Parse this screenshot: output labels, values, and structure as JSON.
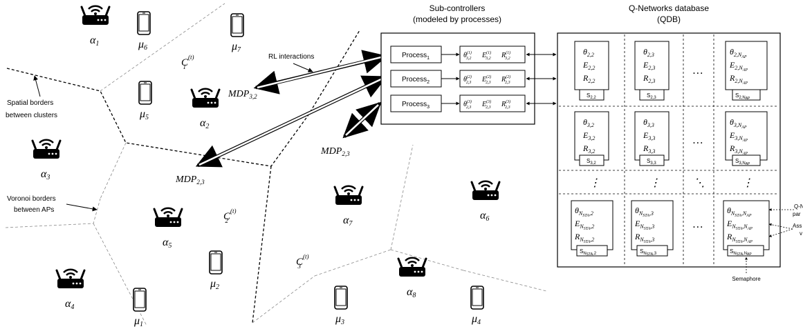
{
  "titles": {
    "subcontrollers_line1": "Sub-controllers",
    "subcontrollers_line2": "(modeled by processes)",
    "qdb_line1": "Q-Networks database",
    "qdb_line2": "(QDB)"
  },
  "labels": {
    "rl_interactions": "RL interactions",
    "spatial_line1": "Spatial borders",
    "spatial_line2": "between clusters",
    "voronoi_line1": "Voronoi borders",
    "voronoi_line2": "between APs",
    "semaphore": "Semaphore",
    "qnet_params_line1": "Q-N",
    "qnet_params_line2": "par",
    "assoc_line1": "Ass",
    "assoc_line2": "v"
  },
  "aps": [
    {
      "sym": "α",
      "sub": "1"
    },
    {
      "sym": "α",
      "sub": "2"
    },
    {
      "sym": "α",
      "sub": "3"
    },
    {
      "sym": "α",
      "sub": "4"
    },
    {
      "sym": "α",
      "sub": "5"
    },
    {
      "sym": "α",
      "sub": "6"
    },
    {
      "sym": "α",
      "sub": "7"
    },
    {
      "sym": "α",
      "sub": "8"
    }
  ],
  "stations": [
    {
      "sym": "μ",
      "sub": "1"
    },
    {
      "sym": "μ",
      "sub": "2"
    },
    {
      "sym": "μ",
      "sub": "3"
    },
    {
      "sym": "μ",
      "sub": "4"
    },
    {
      "sym": "μ",
      "sub": "5"
    },
    {
      "sym": "μ",
      "sub": "6"
    },
    {
      "sym": "μ",
      "sub": "7"
    }
  ],
  "clusters": [
    {
      "sym": "C",
      "sub": "1",
      "sup": "(t)"
    },
    {
      "sym": "C",
      "sub": "2",
      "sup": "(t)"
    },
    {
      "sym": "C",
      "sub": "3",
      "sup": "(t)"
    }
  ],
  "mdps": [
    {
      "sym": "MDP",
      "sub": "3,2"
    },
    {
      "sym": "MDP",
      "sub": "2,3"
    },
    {
      "sym": "MDP",
      "sub": "2,3"
    }
  ],
  "processes": [
    {
      "name": "Process",
      "sub": "1",
      "vals": [
        {
          "sym": "θ",
          "sub": "3,2",
          "sup": "(1)"
        },
        {
          "sym": "E",
          "sub": "3,2",
          "sup": "(1)"
        },
        {
          "sym": "R",
          "sub": "3,2",
          "sup": "(1)"
        }
      ]
    },
    {
      "name": "Process",
      "sub": "2",
      "vals": [
        {
          "sym": "θ",
          "sub": "2,3",
          "sup": "(2)"
        },
        {
          "sym": "E",
          "sub": "2,3",
          "sup": "(2)"
        },
        {
          "sym": "R",
          "sub": "2,3",
          "sup": "(2)"
        }
      ]
    },
    {
      "name": "Process",
      "sub": "3",
      "vals": [
        {
          "sym": "θ",
          "sub": "2,3",
          "sup": "(3)"
        },
        {
          "sym": "E",
          "sub": "2,3",
          "sup": "(3)"
        },
        {
          "sym": "R",
          "sub": "2,3",
          "sup": "(3)"
        }
      ]
    }
  ],
  "qdb": {
    "rows": [
      {
        "cells": [
          {
            "theta": "θ",
            "t_sub": "2,2",
            "E": "E",
            "e_sub": "2,2",
            "R": "R",
            "r_sub": "2,2",
            "S": "S",
            "s_sub": "2,2"
          },
          {
            "theta": "θ",
            "t_sub": "2,3",
            "E": "E",
            "e_sub": "2,3",
            "R": "R",
            "r_sub": "2,3",
            "S": "S",
            "s_sub": "2,3"
          },
          {
            "theta": "θ",
            "t_sub": "2,N",
            "E": "E",
            "e_sub": "2,N",
            "R": "R",
            "r_sub": "2,N",
            "S": "S",
            "s_sub": "2,N",
            "t_subsub": "AP"
          }
        ]
      },
      {
        "cells": [
          {
            "theta": "θ",
            "t_sub": "3,2",
            "E": "E",
            "e_sub": "3,2",
            "R": "R",
            "r_sub": "3,2",
            "S": "S",
            "s_sub": "3,2"
          },
          {
            "theta": "θ",
            "t_sub": "3,3",
            "E": "E",
            "e_sub": "3,3",
            "R": "R",
            "r_sub": "3,3",
            "S": "S",
            "s_sub": "3,3"
          },
          {
            "theta": "θ",
            "t_sub": "3,N",
            "E": "E",
            "e_sub": "3,N",
            "R": "R",
            "r_sub": "3,N",
            "S": "S",
            "s_sub": "3,N",
            "t_subsub": "AP"
          }
        ]
      },
      {
        "cells": [
          {
            "theta": "θ",
            "t_sub": "N",
            "E": "E",
            "e_sub": "N",
            "R": "R",
            "r_sub": "N",
            "S": "S",
            "s_sub": "N",
            "t_subsub": "STA",
            "tail": ",2"
          },
          {
            "theta": "θ",
            "t_sub": "N",
            "E": "E",
            "e_sub": "N",
            "R": "R",
            "r_sub": "N",
            "S": "S",
            "s_sub": "N",
            "t_subsub": "STA",
            "tail": ",3"
          },
          {
            "theta": "θ",
            "t_sub": "N",
            "E": "E",
            "e_sub": "N",
            "R": "R",
            "r_sub": "N",
            "S": "S",
            "s_sub": "N",
            "t_subsub": "STA",
            "tail": ",N",
            "tailsub": "AP"
          }
        ]
      }
    ],
    "ellipsis_h": "…",
    "ellipsis_v": "⋮",
    "ellipsis_d": "⋱"
  }
}
